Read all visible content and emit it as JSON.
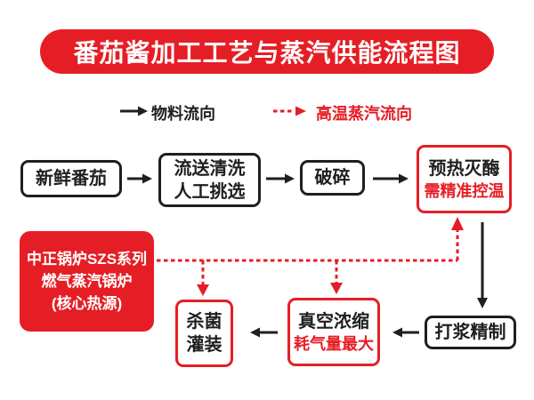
{
  "colors": {
    "red": "#e51e25",
    "black": "#1f1f1f",
    "bg": "#ffffff"
  },
  "title": {
    "text": "番茄酱加工工艺与蒸汽供能流程图"
  },
  "legend": {
    "material": {
      "label": "物料流向"
    },
    "steam": {
      "label": "高温蒸汽流向"
    }
  },
  "flow": {
    "fresh_tomato": {
      "label": "新鲜番茄"
    },
    "washing": {
      "line1": "流送清洗",
      "line2": "人工挑选"
    },
    "crushing": {
      "label": "破碎"
    },
    "preheat": {
      "label": "预热灭酶",
      "note": "需精准控温"
    },
    "pulping": {
      "label": "打浆精制"
    },
    "vacuum": {
      "label": "真空浓缩",
      "note": "耗气量最大"
    },
    "sterilize": {
      "line1": "杀菌",
      "line2": "灌装"
    }
  },
  "boiler": {
    "line1": "中正锅炉SZS系列",
    "line2": "燃气蒸汽锅炉",
    "line3": "(核心热源)"
  }
}
